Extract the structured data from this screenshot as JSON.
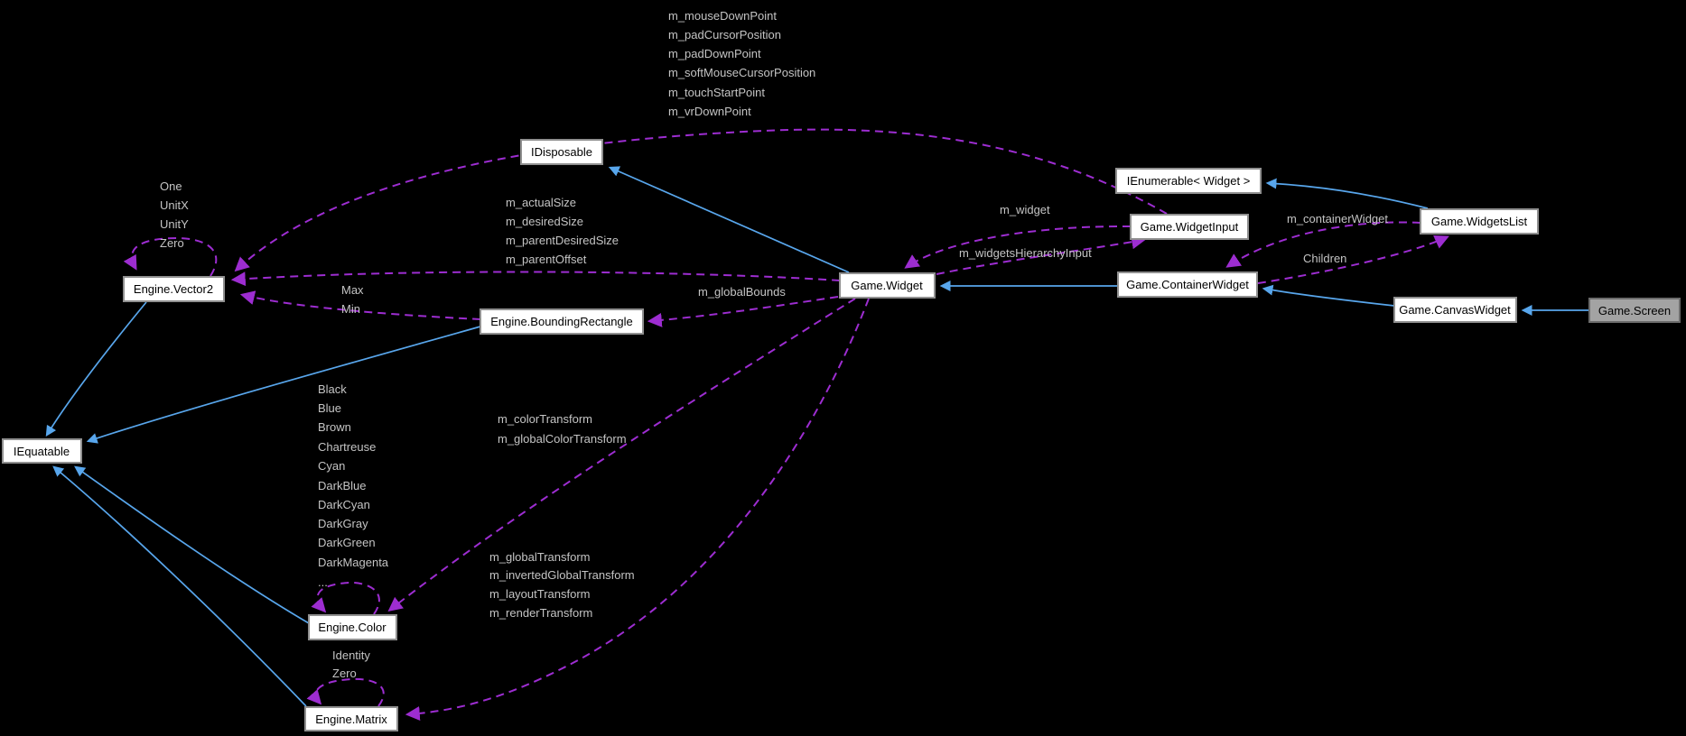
{
  "diagram": {
    "colors": {
      "background_color": "#000000",
      "inheritance_arrow": "#58a6ec",
      "usage_arrow": "#9d2dd1",
      "node_fill": "#ffffff",
      "node_border": "#909090",
      "node_text_color": "#000000",
      "highlight_node_fill": "#a3a3a3",
      "highlight_node_border": "#6c6c6c",
      "edge_label_color": "#c4c4c4"
    },
    "nodes": {
      "idisposable": {
        "label": "IDisposable"
      },
      "ienumerable_widget": {
        "label": "IEnumerable< Widget >"
      },
      "widget_input": {
        "label": "Game.WidgetInput"
      },
      "widgets_list": {
        "label": "Game.WidgetsList"
      },
      "widget": {
        "label": "Game.Widget"
      },
      "container_widget": {
        "label": "Game.ContainerWidget"
      },
      "canvas_widget": {
        "label": "Game.CanvasWidget"
      },
      "screen": {
        "label": "Game.Screen"
      },
      "vector2": {
        "label": "Engine.Vector2"
      },
      "bounding_rectangle": {
        "label": "Engine.BoundingRectangle"
      },
      "iequatable": {
        "label": "IEquatable"
      },
      "color": {
        "label": "Engine.Color"
      },
      "matrix": {
        "label": "Engine.Matrix"
      }
    },
    "edge_labels": {
      "widgetinput_to_vector2": [
        "m_mouseDownPoint",
        "m_padCursorPosition",
        "m_padDownPoint",
        "m_softMouseCursorPosition",
        "m_touchStartPoint",
        "m_vrDownPoint"
      ],
      "vector2_self": [
        "One",
        "UnitX",
        "UnitY",
        "Zero"
      ],
      "widget_to_vector2": [
        "m_actualSize",
        "m_desiredSize",
        "m_parentDesiredSize",
        "m_parentOffset"
      ],
      "boundingrectangle_to_vector2": [
        "Max",
        "Min"
      ],
      "widget_to_boundingrectangle": [
        "m_globalBounds"
      ],
      "widgetinput_to_widget": [
        "m_widget"
      ],
      "widget_to_widgetinput": [
        "m_widgetsHierarchyInput"
      ],
      "widgetslist_to_containerwidget": [
        "m_containerWidget"
      ],
      "containerwidget_to_widgetslist": [
        "Children"
      ],
      "color_self": [
        "Black",
        "Blue",
        "Brown",
        "Chartreuse",
        "Cyan",
        "DarkBlue",
        "DarkCyan",
        "DarkGray",
        "DarkGreen",
        "DarkMagenta",
        "..."
      ],
      "widget_to_color": [
        "m_colorTransform",
        "m_globalColorTransform"
      ],
      "widget_to_matrix": [
        "m_globalTransform",
        "m_invertedGlobalTransform",
        "m_layoutTransform",
        "m_renderTransform"
      ],
      "matrix_self": [
        "Identity",
        "Zero"
      ]
    }
  }
}
